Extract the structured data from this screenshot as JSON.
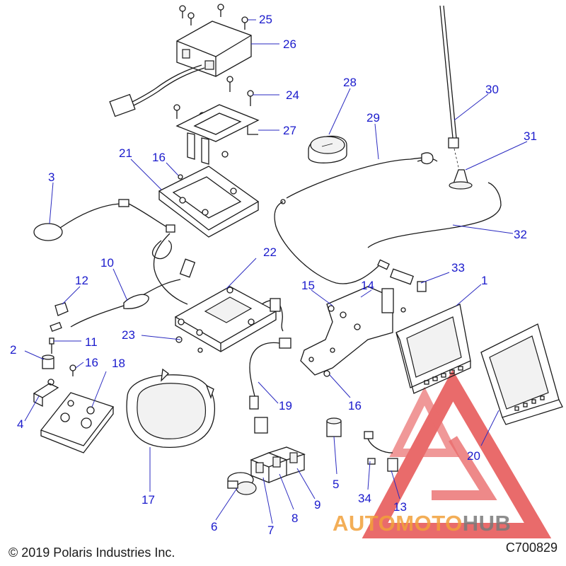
{
  "callouts": [
    {
      "id": "25",
      "label": "25"
    },
    {
      "id": "26",
      "label": "26"
    },
    {
      "id": "24",
      "label": "24"
    },
    {
      "id": "27",
      "label": "27"
    },
    {
      "id": "28",
      "label": "28"
    },
    {
      "id": "29",
      "label": "29"
    },
    {
      "id": "30",
      "label": "30"
    },
    {
      "id": "31",
      "label": "31"
    },
    {
      "id": "21",
      "label": "21"
    },
    {
      "id": "16a",
      "label": "16"
    },
    {
      "id": "3",
      "label": "3"
    },
    {
      "id": "32",
      "label": "32"
    },
    {
      "id": "22",
      "label": "22"
    },
    {
      "id": "10",
      "label": "10"
    },
    {
      "id": "12",
      "label": "12"
    },
    {
      "id": "33",
      "label": "33"
    },
    {
      "id": "15",
      "label": "15"
    },
    {
      "id": "14",
      "label": "14"
    },
    {
      "id": "1",
      "label": "1"
    },
    {
      "id": "23",
      "label": "23"
    },
    {
      "id": "11",
      "label": "11"
    },
    {
      "id": "2",
      "label": "2"
    },
    {
      "id": "16b",
      "label": "16"
    },
    {
      "id": "18",
      "label": "18"
    },
    {
      "id": "19",
      "label": "19"
    },
    {
      "id": "16c",
      "label": "16"
    },
    {
      "id": "4",
      "label": "4"
    },
    {
      "id": "20",
      "label": "20"
    },
    {
      "id": "5",
      "label": "5"
    },
    {
      "id": "17",
      "label": "17"
    },
    {
      "id": "34",
      "label": "34"
    },
    {
      "id": "9",
      "label": "9"
    },
    {
      "id": "8",
      "label": "8"
    },
    {
      "id": "13",
      "label": "13"
    },
    {
      "id": "6",
      "label": "6"
    },
    {
      "id": "7",
      "label": "7"
    }
  ],
  "footer": {
    "copyright": "© 2019 Polaris Industries Inc.",
    "drawing_number": "C700829"
  },
  "watermark": {
    "part1": "AUTOMOTO",
    "part2": "HUB",
    "colors": {
      "orange": "#f2a03a",
      "gray": "#7a7a7a",
      "red": "#e23a3a"
    }
  },
  "colors": {
    "callout": "#1a1acc",
    "leader": "#2a2ac0",
    "linework": "#1a1a1a"
  }
}
